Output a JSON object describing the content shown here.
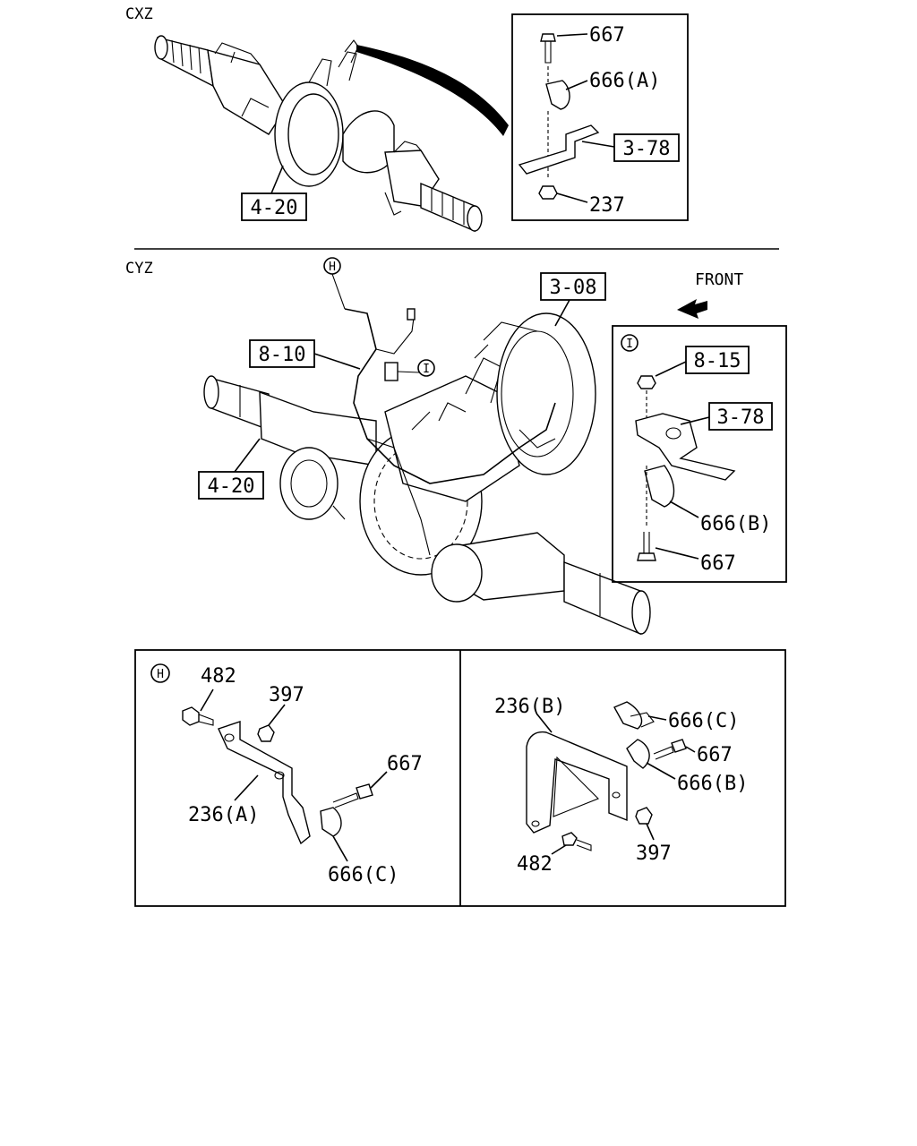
{
  "sections": {
    "top": "CXZ",
    "middle": "CYZ"
  },
  "front_label": "FRONT",
  "detail_markers": {
    "h": "H",
    "i": "I"
  },
  "refs": {
    "axle_top": "4-20",
    "bracket_top": "3-78",
    "harness": "8-10",
    "transmission": "3-08",
    "axle_mid": "4-20",
    "detail_i_a": "8-15",
    "detail_i_b": "3-78"
  },
  "parts": {
    "p667": "667",
    "p666a": "666(A)",
    "p237": "237",
    "p666b": "666(B)",
    "p667_i": "667",
    "p482_h": "482",
    "p397_h": "397",
    "p667_h": "667",
    "p236a": "236(A)",
    "p666c_h": "666(C)",
    "p236b": "236(B)",
    "p666c_r": "666(C)",
    "p667_r": "667",
    "p666b_r": "666(B)",
    "p397_r": "397",
    "p482_r": "482"
  }
}
